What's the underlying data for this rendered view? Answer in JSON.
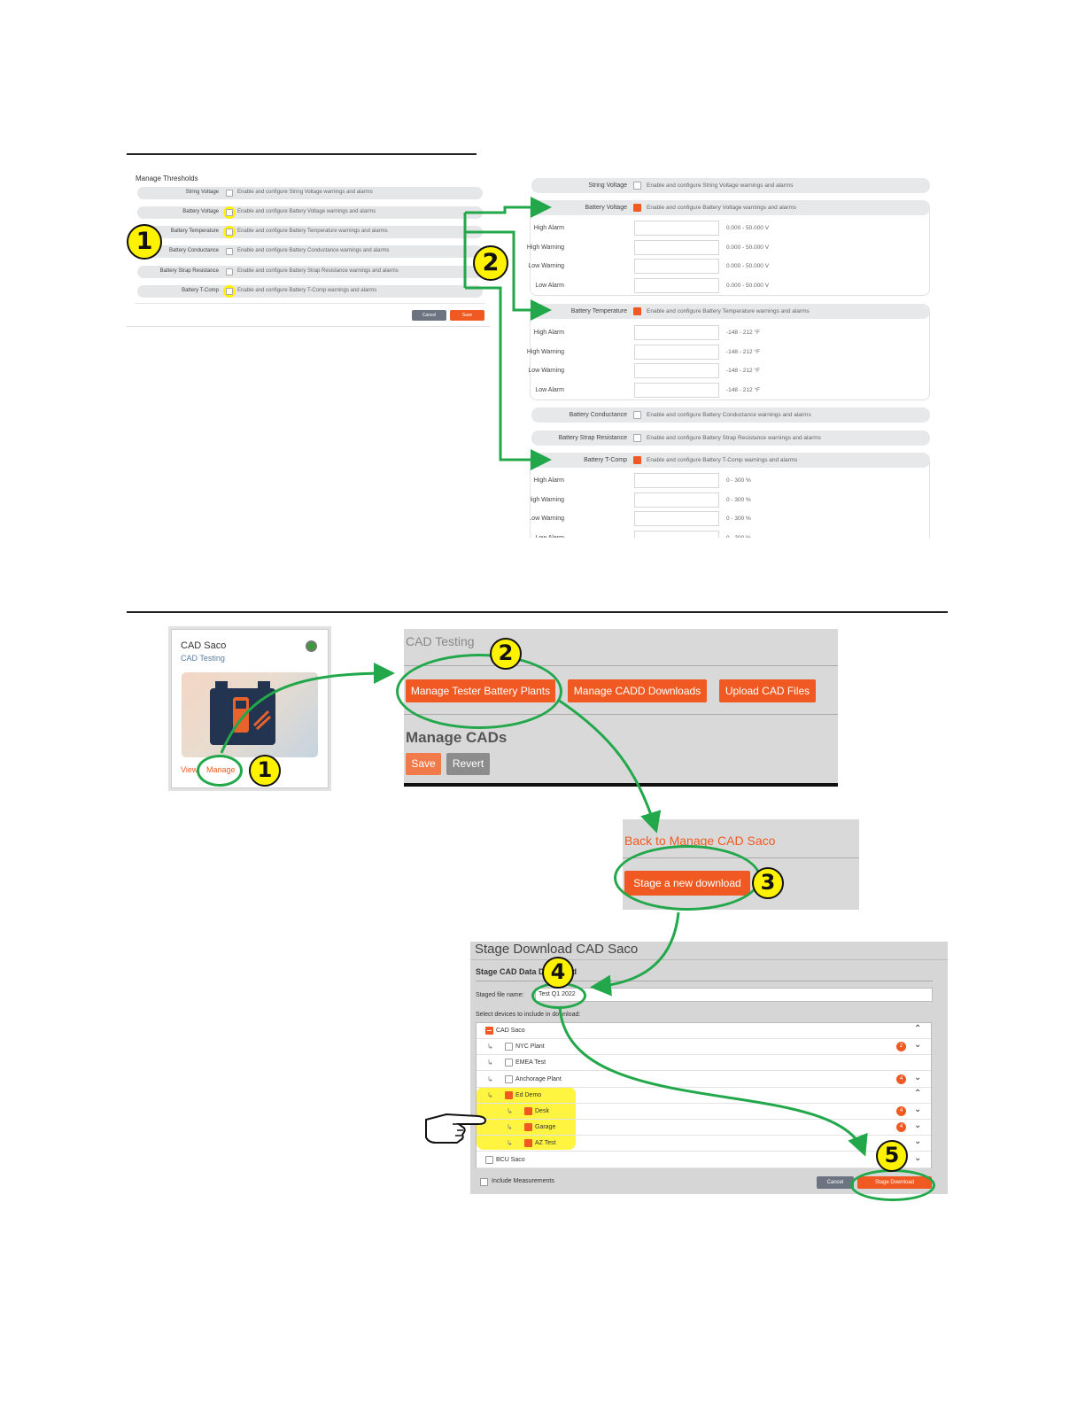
{
  "thresholds": {
    "title": "Manage Thresholds",
    "rows": [
      {
        "label": "String Voltage",
        "desc": "Enable and configure String Voltage warnings and alarms"
      },
      {
        "label": "Battery Voltage",
        "desc": "Enable and configure Battery Voltage warnings and alarms"
      },
      {
        "label": "Battery Temperature",
        "desc": "Enable and configure Battery Temperature warnings and alarms"
      },
      {
        "label": "Battery Conductance",
        "desc": "Enable and configure Battery Conductance warnings and alarms"
      },
      {
        "label": "Battery Strap Resistance",
        "desc": "Enable and configure Battery Strap Resistance warnings and alarms"
      },
      {
        "label": "Battery T-Comp",
        "desc": "Enable and configure Battery T-Comp warnings and alarms"
      }
    ],
    "cancel_label": "Cancel",
    "save_label": "Save"
  },
  "expanded": {
    "rows": [
      {
        "label": "String Voltage",
        "desc": "Enable and configure String Voltage warnings and alarms"
      },
      {
        "label": "Battery Voltage",
        "desc": "Enable and configure Battery Voltage warnings and alarms"
      },
      {
        "label": "Battery Temperature",
        "desc": "Enable and configure Battery Temperature warnings and alarms"
      },
      {
        "label": "Battery Conductance",
        "desc": "Enable and configure Battery Conductance warnings and alarms"
      },
      {
        "label": "Battery Strap Resistance",
        "desc": "Enable and configure Battery Strap Resistance warnings and alarms"
      },
      {
        "label": "Battery T-Comp",
        "desc": "Enable and configure Battery T-Comp warnings and alarms"
      }
    ],
    "fields": {
      "high_alarm": "High Alarm",
      "high_warning": "High Warning",
      "low_warning": "Low Warning",
      "low_alarm": "Low Alarm"
    },
    "ranges": {
      "voltage": "0.000 - 50.000 V",
      "temperature": "-148 - 212 °F",
      "tcomp": "0 - 300 %"
    }
  },
  "steps": {
    "one": "1",
    "two": "2",
    "three": "3",
    "four": "4",
    "five": "5"
  },
  "card": {
    "title": "CAD Saco",
    "subtitle": "CAD Testing",
    "view_label": "View",
    "manage_label": "Manage"
  },
  "cad_testing": {
    "title": "CAD Testing",
    "btn_plants": "Manage Tester Battery Plants",
    "btn_downloads": "Manage CADD Downloads",
    "btn_upload": "Upload CAD Files",
    "heading": "Manage CADs",
    "save_label": "Save",
    "revert_label": "Revert"
  },
  "back_panel": {
    "back_link": "Back to Manage CAD Saco",
    "stage_btn": "Stage a new download"
  },
  "stage": {
    "title": "Stage Download CAD Saco",
    "section": "Stage CAD Data Download",
    "file_label": "Staged file name:",
    "file_value": "Test Q1 2022",
    "select_label": "Select devices to include in download:",
    "tree": [
      {
        "label": "CAD Saco",
        "level": 0,
        "checked": "partial",
        "count": "",
        "chev": "^"
      },
      {
        "label": "NYC Plant",
        "level": 1,
        "checked": "no",
        "count": "2",
        "chev": "v"
      },
      {
        "label": "EMEA Test",
        "level": 1,
        "checked": "no",
        "count": "",
        "chev": ""
      },
      {
        "label": "Anchorage Plant",
        "level": 1,
        "checked": "no",
        "count": "4",
        "chev": "v"
      },
      {
        "label": "Ed Demo",
        "level": 1,
        "checked": "yes",
        "count": "",
        "chev": "^"
      },
      {
        "label": "Desk",
        "level": 2,
        "checked": "yes",
        "count": "4",
        "chev": "v"
      },
      {
        "label": "Garage",
        "level": 2,
        "checked": "yes",
        "count": "4",
        "chev": "v"
      },
      {
        "label": "AZ Test",
        "level": 2,
        "checked": "yes",
        "count": "",
        "chev": "v"
      },
      {
        "label": "BCU Saco",
        "level": 0,
        "checked": "no",
        "count": "",
        "chev": "v"
      }
    ],
    "include_label": "Include Measurements",
    "cancel_label": "Cancel",
    "stage_label": "Stage Download"
  },
  "colors": {
    "accent": "#f05a22",
    "highlight": "#fff200",
    "arrow": "#22a84a"
  }
}
